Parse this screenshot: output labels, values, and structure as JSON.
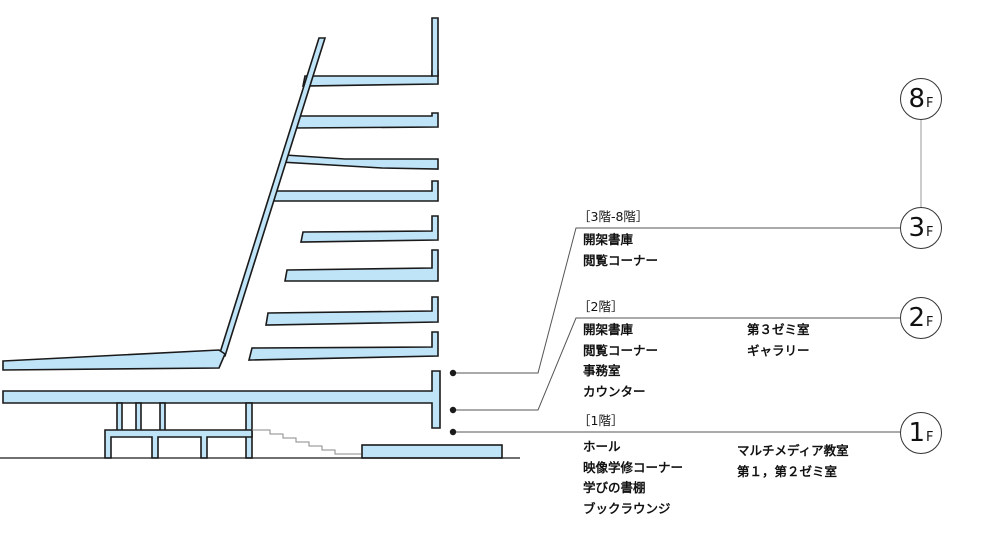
{
  "colors": {
    "slab_fill": "#bfe3f7",
    "outline": "#1a1a1a",
    "leader": "#555555",
    "circle_line": "#999999"
  },
  "floor_markers": [
    {
      "id": "8f",
      "number": "8",
      "unit": "F"
    },
    {
      "id": "3f",
      "number": "3",
      "unit": "F"
    },
    {
      "id": "2f",
      "number": "2",
      "unit": "F"
    },
    {
      "id": "1f",
      "number": "1",
      "unit": "F"
    }
  ],
  "groups": {
    "upper": {
      "title": "［3階-8階］",
      "rooms": [
        "開架書庫",
        "閲覧コーナー"
      ]
    },
    "second": {
      "title": "［2階］",
      "rooms_left": [
        "開架書庫",
        "閲覧コーナー",
        "事務室",
        "カウンター"
      ],
      "rooms_right": [
        "第３ゼミ室",
        "ギャラリー"
      ]
    },
    "first": {
      "title": "［1階］",
      "rooms_left": [
        "ホール",
        "映像学修コーナー",
        "学びの書棚",
        "ブックラウンジ"
      ],
      "rooms_right": [
        "マルチメディア教室",
        "第１，第２ゼミ室"
      ]
    }
  }
}
